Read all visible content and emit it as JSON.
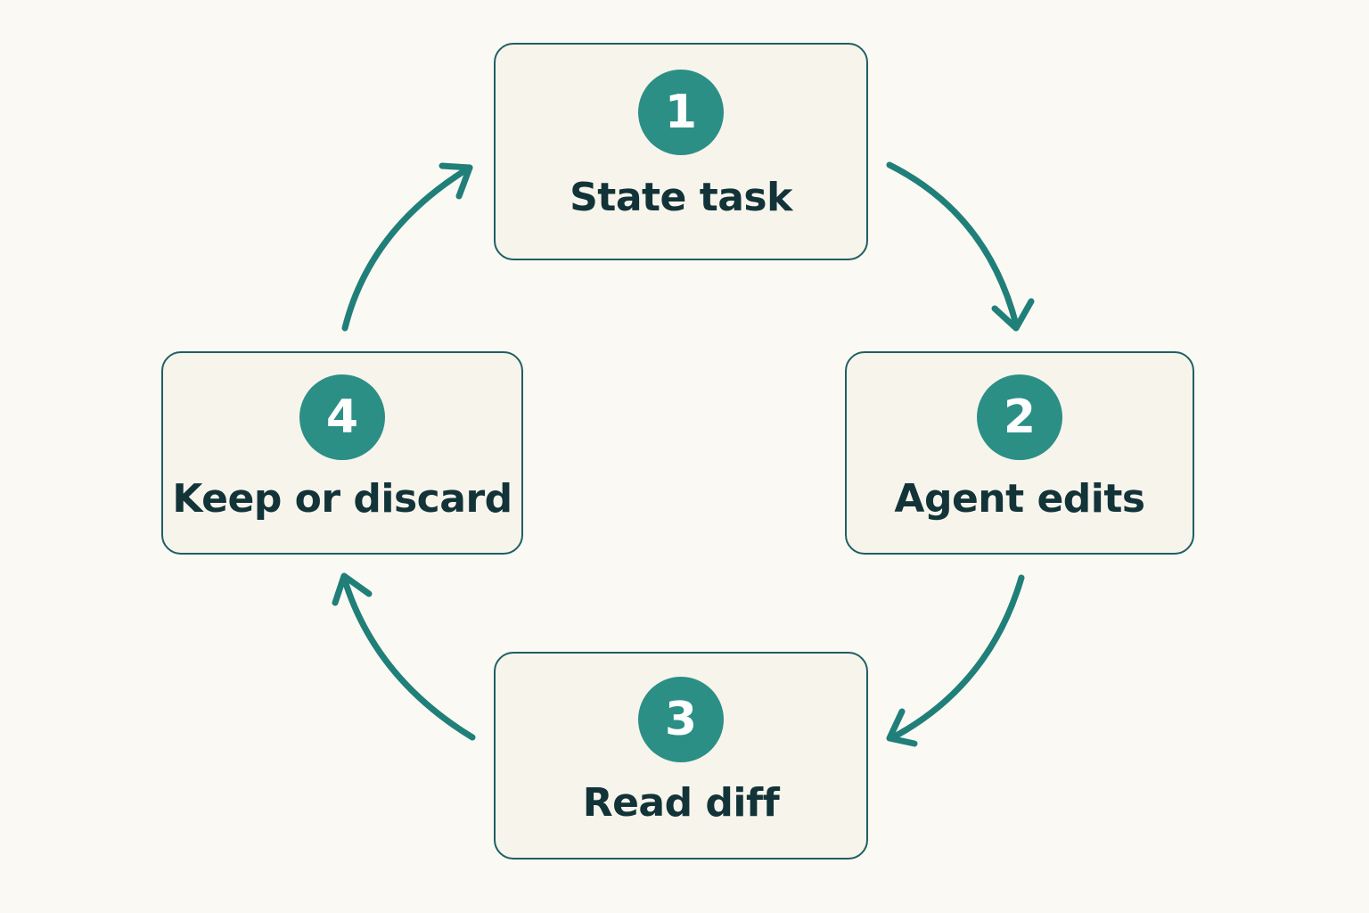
{
  "colors": {
    "background": "#fbf9f4",
    "card_fill": "#f7f4ec",
    "card_border": "#1f5f63",
    "accent": "#2b8f86",
    "arrow": "#217f79",
    "text": "#123338"
  },
  "steps": [
    {
      "number": "1",
      "label": "State task"
    },
    {
      "number": "2",
      "label": "Agent edits"
    },
    {
      "number": "3",
      "label": "Read diff"
    },
    {
      "number": "4",
      "label": "Keep or discard"
    }
  ]
}
